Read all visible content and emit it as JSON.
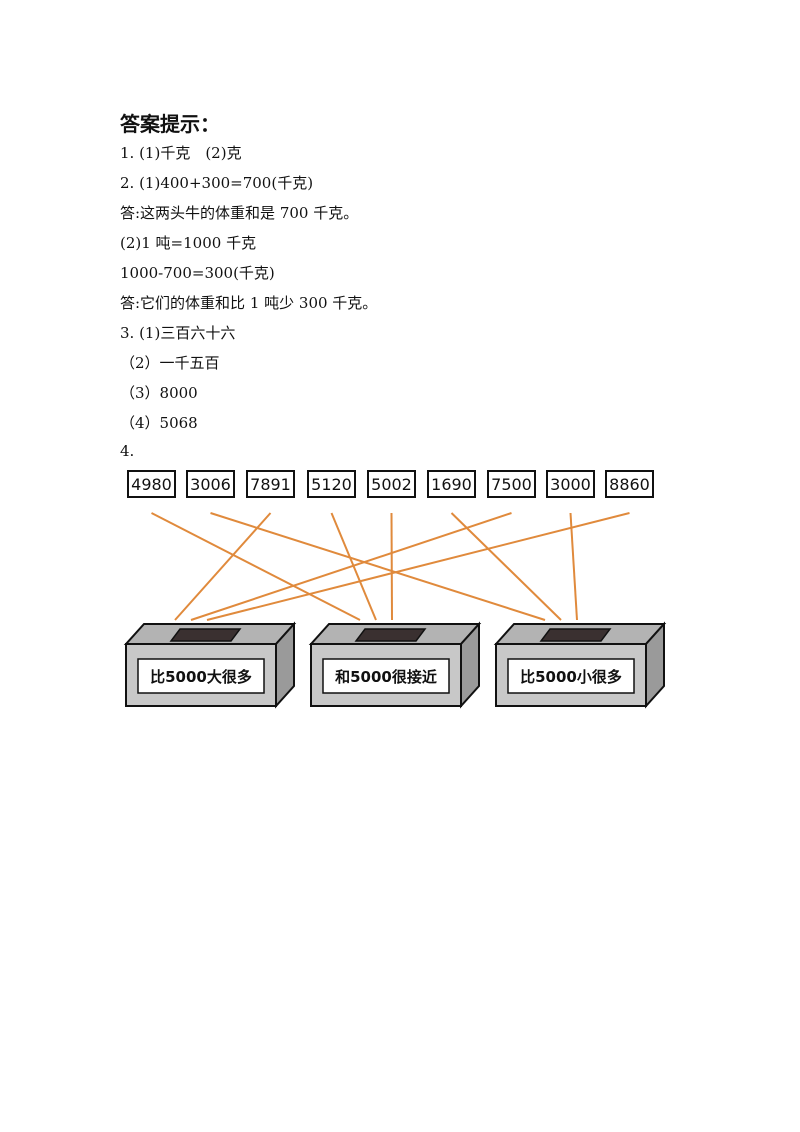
{
  "title": "答案提示：",
  "lines": [
    "1. (1)千克　(2)克",
    "2. (1)400+300=700(千克)",
    "答:这两头牛的体重和是 700 千克。",
    "(2)1 吨=1000 千克",
    "1000-700=300(千克)",
    "答:它们的体重和比 1 吨少 300 千克。",
    "3. (1)三百六十六",
    "（2）一千五百",
    "（3）8000",
    "（4）5068",
    "4."
  ],
  "diagram": {
    "numbers": [
      "4980",
      "3006",
      "7891",
      "5120",
      "5002",
      "1690",
      "7500",
      "3000",
      "8860"
    ],
    "boxes": [
      "比5000大很多",
      "和5000很接近",
      "比5000小很多"
    ],
    "matches": [
      {
        "number": "4980",
        "box": "和5000很接近"
      },
      {
        "number": "3006",
        "box": "比5000小很多"
      },
      {
        "number": "7891",
        "box": "比5000大很多"
      },
      {
        "number": "5120",
        "box": "和5000很接近"
      },
      {
        "number": "5002",
        "box": "和5000很接近"
      },
      {
        "number": "1690",
        "box": "比5000小很多"
      },
      {
        "number": "7500",
        "box": "比5000大很多"
      },
      {
        "number": "3000",
        "box": "比5000小很多"
      },
      {
        "number": "8860",
        "box": "比5000大很多"
      }
    ],
    "line_color": "#e08a3c",
    "box_color": "#c8c8c8"
  }
}
